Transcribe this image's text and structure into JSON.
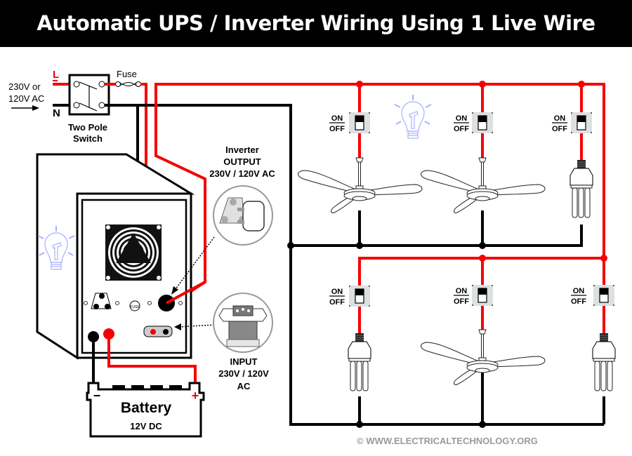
{
  "title": "Automatic UPS / Inverter Wiring Using 1 Live Wire",
  "supply": {
    "voltage_line1": "230V or",
    "voltage_line2": "120V AC",
    "live_label": "L",
    "neutral_label": "N",
    "fuse_label": "Fuse",
    "switch_label_line1": "Two Pole",
    "switch_label_line2": "Switch"
  },
  "inverter": {
    "output_label_line1": "Inverter",
    "output_label_line2": "OUTPUT",
    "output_label_line3": "230V / 120V AC",
    "input_label_line1": "INPUT",
    "input_label_line2": "230V / 120V",
    "input_label_line3": "AC",
    "fuse_mark": "FUSE"
  },
  "battery": {
    "label": "Battery",
    "voltage": "12V DC",
    "negative": "−",
    "positive": "+"
  },
  "switches": [
    {
      "on": "ON",
      "off": "OFF",
      "load": "ceiling-fan",
      "row": "top"
    },
    {
      "on": "ON",
      "off": "OFF",
      "load": "ceiling-fan",
      "row": "top"
    },
    {
      "on": "ON",
      "off": "OFF",
      "load": "cfl-bulb",
      "row": "top"
    },
    {
      "on": "ON",
      "off": "OFF",
      "load": "cfl-bulb",
      "row": "bottom"
    },
    {
      "on": "ON",
      "off": "OFF",
      "load": "ceiling-fan",
      "row": "bottom"
    },
    {
      "on": "ON",
      "off": "OFF",
      "load": "cfl-bulb",
      "row": "bottom"
    }
  ],
  "colors": {
    "live": "#f50000",
    "neutral": "#000000",
    "bulb_icon": "#a9b0ff",
    "footer": "#9a9a9a"
  },
  "footer": "© WWW.ELECTRICALTECHNOLOGY.ORG"
}
